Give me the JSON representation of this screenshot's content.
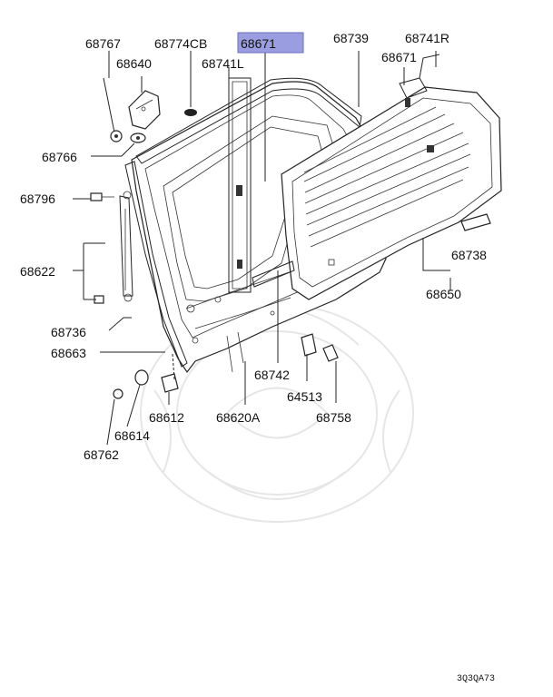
{
  "diagram": {
    "highlight_color": "#9a9ee0",
    "drawing_code": "3Q3QA73",
    "labels": {
      "p68767": "68767",
      "p68774cb": "68774CB",
      "p68671a": "68671",
      "p68739": "68739",
      "p68741r": "68741R",
      "p68640": "68640",
      "p68741l": "68741L",
      "p68671b": "68671",
      "p68766": "68766",
      "p68796": "68796",
      "p68622": "68622",
      "p68738": "68738",
      "p68650": "68650",
      "p68736": "68736",
      "p68663": "68663",
      "p68742": "68742",
      "p64513": "64513",
      "p68612": "68612",
      "p68620a": "68620A",
      "p68758": "68758",
      "p68614": "68614",
      "p68762": "68762"
    }
  }
}
